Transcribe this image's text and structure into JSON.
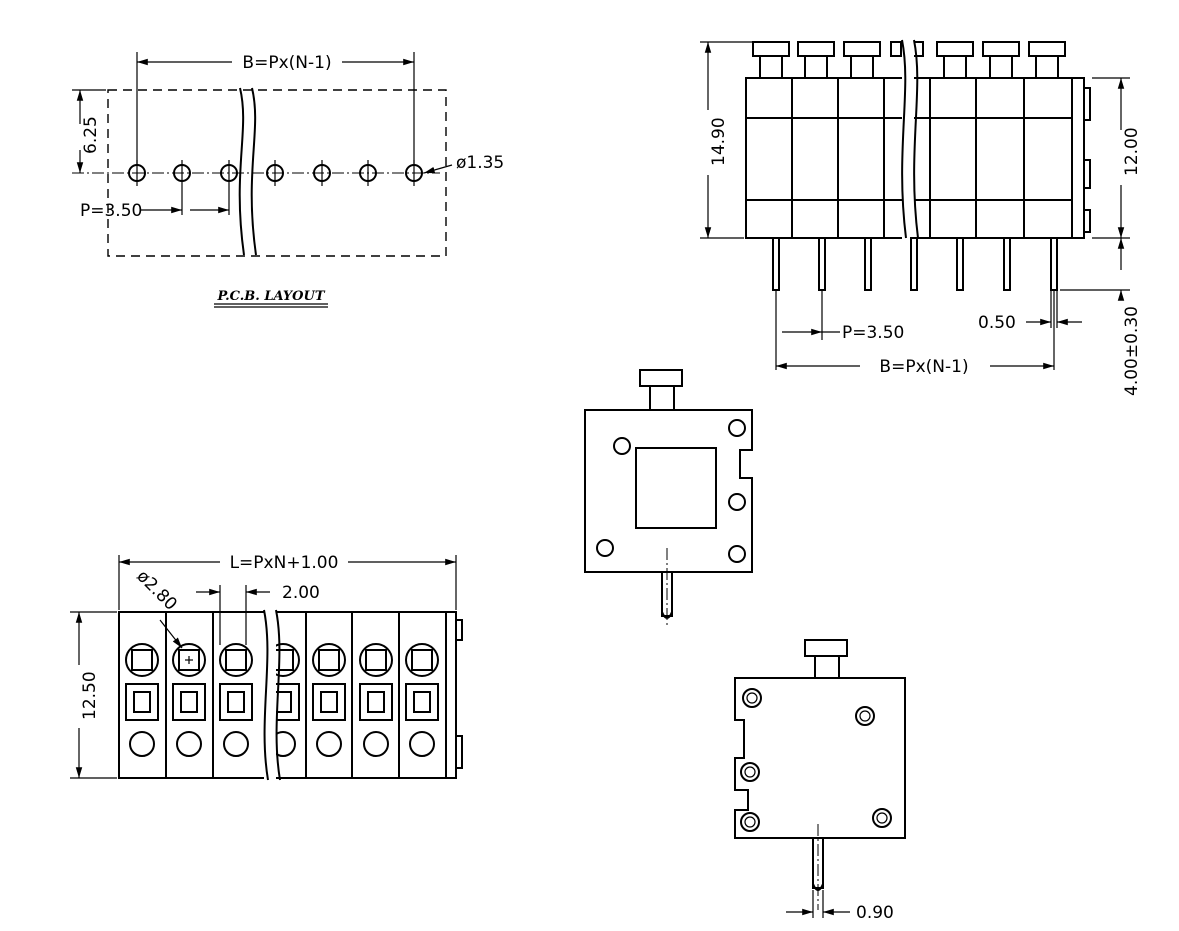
{
  "labels": {
    "pcb_pitch_span": "B=Px(N-1)",
    "pcb_row_offset": "6.25",
    "pcb_hole_dia": "ø1.35",
    "pcb_pitch": "P=3.50",
    "pcb_title": "P.C.B. LAYOUT",
    "front_height": "14.90",
    "front_body_height": "12.00",
    "front_pin_length": "4.00±0.30",
    "front_pitch": "P=3.50",
    "front_pin_width": "0.50",
    "front_pitch_span": "B=Px(N-1)",
    "top_length": "L=PxN+1.00",
    "top_hole_dia": "ø2.80",
    "top_slot_width": "2.00",
    "top_depth": "12.50",
    "side_pin_width": "0.90"
  },
  "colors": {
    "line": "#000000",
    "background": "#ffffff"
  }
}
